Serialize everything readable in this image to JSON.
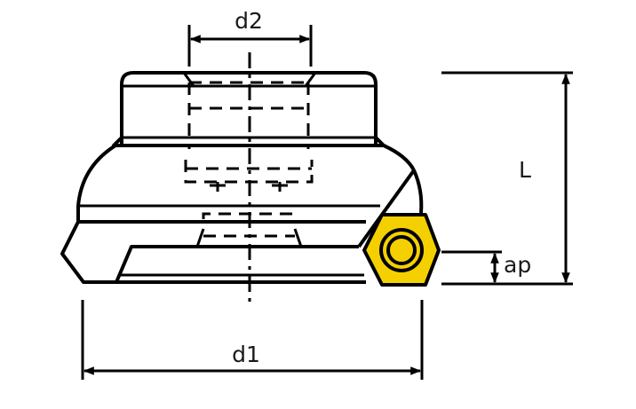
{
  "labels": {
    "d2": "d2",
    "d1": "d1",
    "L": "L",
    "ap": "ap"
  },
  "colors": {
    "insert": "#f5d000",
    "line": "#000000"
  }
}
